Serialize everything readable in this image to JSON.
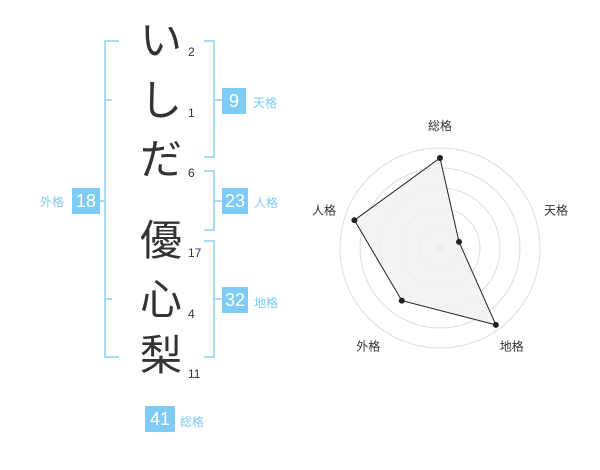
{
  "colors": {
    "accent": "#7ecbf5",
    "line": "#8ed0f3",
    "label_text": "#7ecbf5",
    "radar_fill": "#f2f2f2",
    "radar_line": "#222222",
    "radar_grid": "#dddddd"
  },
  "name": {
    "chars": [
      {
        "char": "い",
        "strokes": "2"
      },
      {
        "char": "し",
        "strokes": "1"
      },
      {
        "char": "だ",
        "strokes": "6"
      },
      {
        "char": "優",
        "strokes": "17"
      },
      {
        "char": "心",
        "strokes": "4"
      },
      {
        "char": "梨",
        "strokes": "11"
      }
    ]
  },
  "fortune": {
    "tenkaku": {
      "value": "9",
      "label": "天格"
    },
    "jinkaku": {
      "value": "23",
      "label": "人格"
    },
    "chikaku": {
      "value": "32",
      "label": "地格"
    },
    "gaikaku": {
      "value": "18",
      "label": "外格"
    },
    "soukaku": {
      "value": "41",
      "label": "総格"
    }
  },
  "chart_data": {
    "type": "radar",
    "axes": [
      "総格",
      "天格",
      "地格",
      "外格",
      "人格"
    ],
    "values": [
      0.9,
      0.2,
      0.95,
      0.65,
      0.9
    ],
    "range": [
      0,
      1
    ],
    "rings": 5
  }
}
